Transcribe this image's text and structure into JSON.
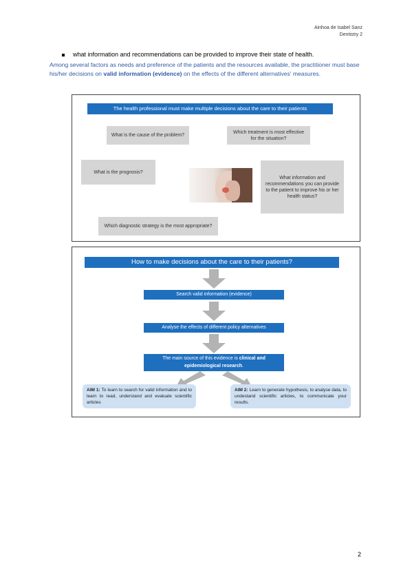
{
  "header": {
    "author": "Ainhoa de Isabel Sanz",
    "course": "Dentistry 2"
  },
  "body": {
    "bullet_text": "what information and recommendations can be provided to improve their state of health.",
    "para_part1": "Among several factors as needs and preference of the patients and the resources available, the practitioner must base his/her decisions on ",
    "para_bold": "valid information (evidence)",
    "para_part2": " on the effects of the different alternatives' measures."
  },
  "figure1": {
    "banner": "The health professional must make multiple decisions about the care to their patients",
    "questions": {
      "cause": "What is the cause of the problem?",
      "treatment": "Which treatment is most effective for the situation?",
      "prognosis": "What is the prognosis?",
      "info": "What information and recommendations you can provide to the patient to improve his or her health status?",
      "diagnostic": "Which diagnostic strategy is the most appropriate?"
    }
  },
  "figure2": {
    "banner": "How to make decisions about the care to their patients?",
    "step1": "Search valid information (evidence)",
    "step2": "Analyse the effects of different policy alternatives",
    "step3_part1": "The main source of this evidence is ",
    "step3_bold": "clinical and epidemiological research",
    "step3_part2": ".",
    "aim1_label": "AIM 1:",
    "aim1_text": " To learn to search for valid information and to learn to read, understand and evaluate scientific articles",
    "aim2_label": "AIM 2:",
    "aim2_text": " Learn to generate hypothesis, to analyse data, to undestand scientific articles, to communicate your results."
  },
  "footer": {
    "page_number": "2"
  },
  "colors": {
    "accent_blue": "#1f6fbf",
    "text_blue": "#2e5aa8",
    "box_grey": "#d5d5d5",
    "aim_bg": "#cfe0f2",
    "arrow_grey": "#b3b3b3"
  }
}
